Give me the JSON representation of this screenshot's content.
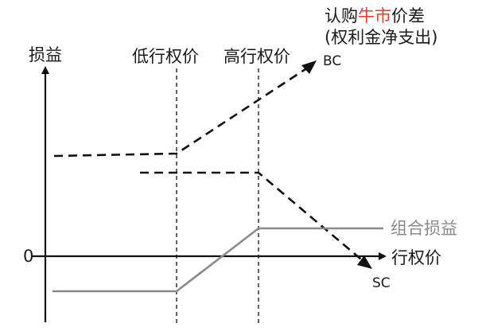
{
  "title": {
    "line1_prefix": "认购",
    "line1_highlight": "牛市",
    "line1_suffix": "价差",
    "line2": "(权利金净支出)"
  },
  "axes": {
    "y_label": "损益",
    "x_label": "行权价",
    "zero_label": "0"
  },
  "strikes": {
    "low_label": "低行权价",
    "high_label": "高行权价"
  },
  "series": {
    "bc_label": "BC",
    "sc_label": "SC",
    "combo_label": "组合损益"
  },
  "colors": {
    "ink": "#111111",
    "combo": "#8a8a8a",
    "highlight": "#e8392a"
  }
}
